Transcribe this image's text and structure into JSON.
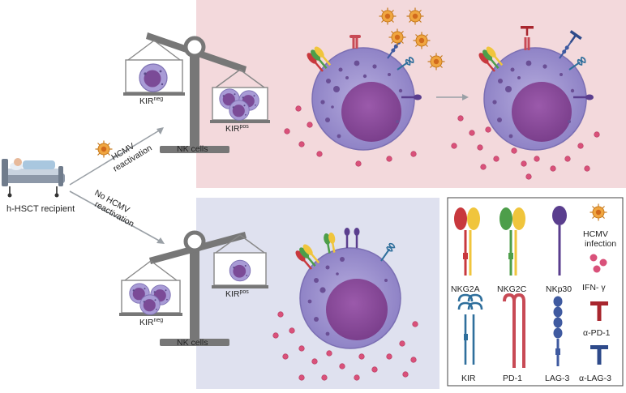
{
  "patient": {
    "label": "h-HSCT recipient"
  },
  "branches": {
    "top": {
      "line1": "HCMV",
      "line2": "reactivation"
    },
    "bottom": {
      "line1": "No HCMV",
      "line2": "reactivation"
    }
  },
  "scales": {
    "top": {
      "left_label": "KIR",
      "left_sup": "neg",
      "right_label": "KIR",
      "right_sup": "pos",
      "base_label": "NK cells"
    },
    "bottom": {
      "left_label": "KIR",
      "left_sup": "neg",
      "right_label": "KIR",
      "right_sup": "pos",
      "base_label": "NK cells"
    }
  },
  "legend": {
    "items": [
      {
        "id": "nkg2a",
        "label": "NKG2A"
      },
      {
        "id": "nkg2c",
        "label": "NKG2C"
      },
      {
        "id": "nkp30",
        "label": "NKp30"
      },
      {
        "id": "hcmv",
        "label_line1": "HCMV",
        "label_line2": "infection"
      },
      {
        "id": "ifn",
        "label": "IFN- γ"
      },
      {
        "id": "kir",
        "label": "KIR"
      },
      {
        "id": "pd1",
        "label": "PD-1"
      },
      {
        "id": "lag3",
        "label": "LAG-3"
      },
      {
        "id": "apd1",
        "label": "α-PD-1"
      },
      {
        "id": "alag3",
        "label": "α-LAG-3"
      }
    ]
  },
  "colors": {
    "top_panel_bg": "#f3d9dc",
    "bottom_panel_bg": "#dfe1ef",
    "cell_membrane": "#9a8fcf",
    "cell_nucleus": "#8d4f9c",
    "ifn_dot": "#d9517a",
    "virus": "#f0a640",
    "nkg2a": "#c8383d",
    "nkg2c_green": "#4d9e4a",
    "nkg2c_yellow": "#f0c53c",
    "nkp30": "#5a3e8e",
    "kir": "#2f6f9c",
    "pd1": "#c84a55",
    "lag3": "#3f5aa0",
    "blocker_red": "#a8262e",
    "blocker_blue": "#2e4a8a",
    "scale_gray": "#777777"
  }
}
